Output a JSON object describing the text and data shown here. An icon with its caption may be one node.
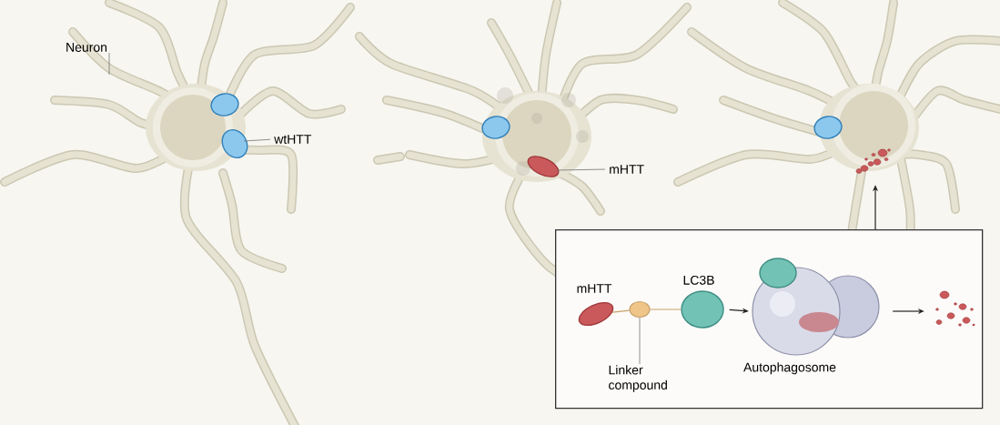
{
  "diagram": {
    "nodes": [
      {
        "text": [
          "Neuron"
        ]
      },
      {
        "text": [
          "wtHTT"
        ]
      },
      {
        "text": [
          "mHTT"
        ]
      },
      {
        "text": [],
        "shape": "box"
      },
      {
        "text": [
          "mHTT"
        ],
        "in": 3
      },
      {
        "text": [],
        "shape": "circle",
        "in": 3
      },
      {
        "text": [
          "Linker compound"
        ],
        "in": 3
      },
      {
        "text": [
          "LC3B"
        ],
        "in": 3
      },
      {
        "text": [
          "Autophagosome"
        ],
        "in": 3
      },
      {
        "text": [],
        "shape": "picture",
        "in": 3
      },
      {
        "text": [],
        "shape": "picture"
      }
    ],
    "edges": [
      {
        "from": 0,
        "to": null,
        "arrow": "none"
      },
      {
        "from": 1,
        "to": null,
        "arrow": "none"
      },
      {
        "from": 2,
        "to": null,
        "arrow": "none"
      },
      {
        "from": 4,
        "to": 5,
        "arrow": "none",
        "color": "#c8a06a"
      },
      {
        "from": 5,
        "to": 7,
        "arrow": "none",
        "color": "#c8a06a"
      },
      {
        "from": 6,
        "to": 5,
        "arrow": "none"
      },
      {
        "from": 7,
        "to": 8,
        "arrow": "to",
        "color": "#222222"
      },
      {
        "from": 8,
        "to": 9,
        "arrow": "to",
        "color": "#222222"
      },
      {
        "from": 3,
        "to": 10,
        "arrow": "to",
        "color": "#222222"
      }
    ]
  }
}
